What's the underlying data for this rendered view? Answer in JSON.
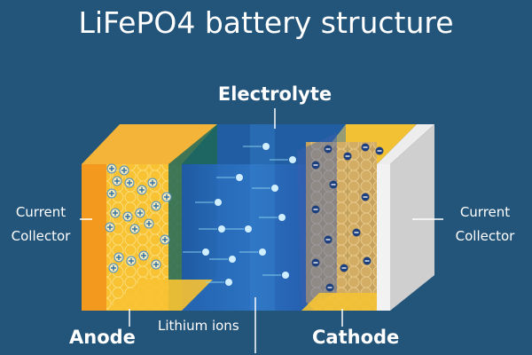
{
  "title": "LiFePO4 battery structure",
  "labels": {
    "electrolyte": "Electrolyte",
    "current_collector_left": [
      "Current",
      "Collector"
    ],
    "current_collector_right": [
      "Current",
      "Collector"
    ],
    "anode": "Anode",
    "cathode": "Cathode",
    "lithium_ions": "Lithium ions"
  },
  "colors": {
    "background": "#235479",
    "anode_collector": "#f39a1e",
    "anode_layer": "#f8c232",
    "separator": "#1f5aa3",
    "electrolyte": "#2a6fbe",
    "cathode_layer": "#c6a25c",
    "cathode_collector": "#e3e3e3",
    "ion": "#8fd3f0"
  },
  "icons": {
    "lithium_ion": "plus-circle-icon",
    "electron": "minus-circle-icon"
  }
}
